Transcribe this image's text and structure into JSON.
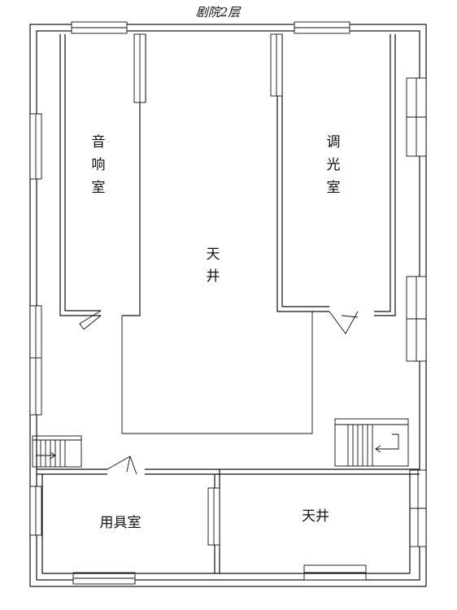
{
  "title": "剧院2层",
  "rooms": {
    "sound_room": [
      "音",
      "响",
      "室"
    ],
    "light_room": [
      "调",
      "光",
      "室"
    ],
    "atrium_main": [
      "天",
      "井"
    ],
    "props_room": "用具室",
    "atrium_small": "天井"
  }
}
